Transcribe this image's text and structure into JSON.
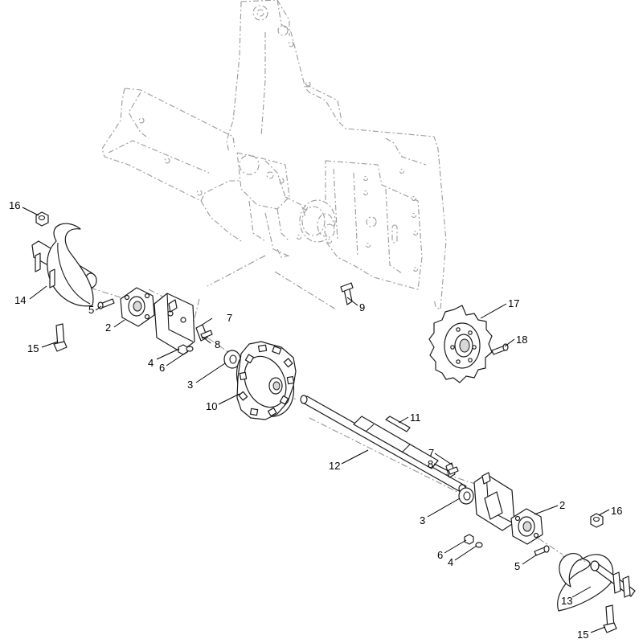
{
  "callouts": [
    {
      "id": "c16a",
      "text": "16"
    },
    {
      "id": "c14",
      "text": "14"
    },
    {
      "id": "c15a",
      "text": "15"
    },
    {
      "id": "c5a",
      "text": "5"
    },
    {
      "id": "c2a",
      "text": "2"
    },
    {
      "id": "c7a",
      "text": "7"
    },
    {
      "id": "c8a",
      "text": "8"
    },
    {
      "id": "c4a",
      "text": "4"
    },
    {
      "id": "c6a",
      "text": "6"
    },
    {
      "id": "c9",
      "text": "9"
    },
    {
      "id": "c17",
      "text": "17"
    },
    {
      "id": "c18",
      "text": "18"
    },
    {
      "id": "c3a",
      "text": "3"
    },
    {
      "id": "c10",
      "text": "10"
    },
    {
      "id": "c11",
      "text": "11"
    },
    {
      "id": "c12",
      "text": "12"
    },
    {
      "id": "c7b",
      "text": "7"
    },
    {
      "id": "c8b",
      "text": "8"
    },
    {
      "id": "c3b",
      "text": "3"
    },
    {
      "id": "c2b",
      "text": "2"
    },
    {
      "id": "c16b",
      "text": "16"
    },
    {
      "id": "c6b",
      "text": "6"
    },
    {
      "id": "c4b",
      "text": "4"
    },
    {
      "id": "c5b",
      "text": "5"
    },
    {
      "id": "c13",
      "text": "13"
    },
    {
      "id": "c15b",
      "text": "15"
    }
  ]
}
